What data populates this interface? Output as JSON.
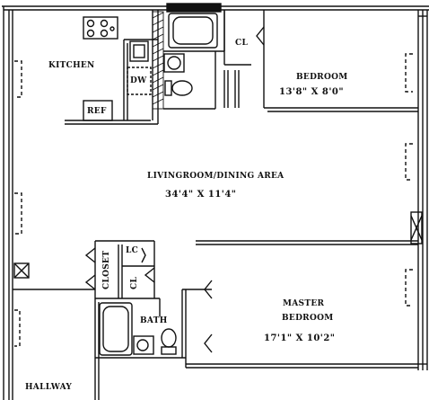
{
  "rooms": {
    "kitchen": {
      "label": "KITCHEN"
    },
    "dishwasher": {
      "label": "DW"
    },
    "refrigerator": {
      "label": "REF"
    },
    "closet_top": {
      "label": "CL"
    },
    "bedroom": {
      "label": "BEDROOM",
      "dimensions": "13'8\" X 8'0\""
    },
    "living": {
      "label": "LIVINGROOM/DINING AREA",
      "dimensions": "34'4\" X 11'4\""
    },
    "closet_linen": {
      "label": "CLOSET"
    },
    "closet_small": {
      "label": "CL"
    },
    "bath": {
      "label": "BATH"
    },
    "master": {
      "label": "MASTER",
      "label2": "BEDROOM",
      "dimensions": "17'1\" X 10'2\""
    },
    "hallway": {
      "label": "HALLWAY"
    }
  },
  "colors": {
    "line": "#111111",
    "background": "#ffffff"
  }
}
